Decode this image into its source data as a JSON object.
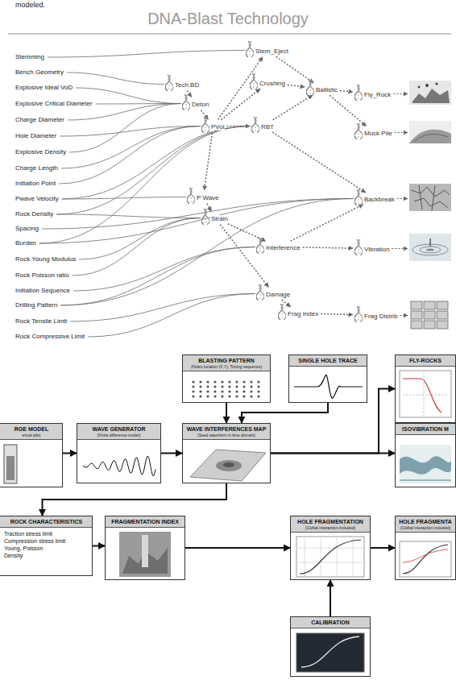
{
  "diagram": {
    "title": "DNA-Blast Technology",
    "nodes": [
      {
        "text": [
          "Tech.BD"
        ]
      },
      {
        "text": [
          "Deton"
        ]
      },
      {
        "text": [
          "PVol"
        ]
      },
      {
        "text": [
          "Stem_Eject"
        ]
      },
      {
        "text": [
          "Crushing"
        ]
      },
      {
        "text": [
          "RBT"
        ]
      },
      {
        "text": [
          "Ballistic"
        ]
      },
      {
        "text": [
          "Fly_Rock"
        ]
      },
      {
        "text": [
          "Muck Pile"
        ]
      },
      {
        "text": [
          "P Wave"
        ]
      },
      {
        "text": [
          "Strain"
        ]
      },
      {
        "text": [
          "Backbreak"
        ]
      },
      {
        "text": [
          "Interference"
        ]
      },
      {
        "text": [
          "Vibration"
        ]
      },
      {
        "text": [
          "Damage"
        ]
      },
      {
        "text": [
          "Frag Index"
        ]
      },
      {
        "text": [
          "Frag Distrib"
        ]
      },
      {
        "text": [
          "BLASTING PATTERN",
          "(Holes location (X,Y), Timing sequence)"
        ]
      },
      {
        "text": [
          "SINGLE HOLE TRACE"
        ]
      },
      {
        "text": [
          "FLY-ROCKS"
        ]
      },
      {
        "text": [
          "RGE MODEL",
          "erical pile)"
        ]
      },
      {
        "text": [
          "WAVE GENERATOR",
          "(Finite difference model)"
        ]
      },
      {
        "text": [
          "WAVE INTERFERENCES MAP",
          "(Seed waveform in time domain)"
        ]
      },
      {
        "text": [
          "ISOVIBRATION M"
        ]
      },
      {
        "text": [
          "ROCK CHARACTERISTICS",
          "Traction stress limit",
          "Compression stress limit",
          "Young, Poisson",
          "Density"
        ]
      },
      {
        "text": [
          "FRAGMENTATION INDEX"
        ]
      },
      {
        "text": [
          "HOLE FRAGMENTATION",
          "(Global interaction included)"
        ]
      },
      {
        "text": [
          "HOLE FRAGMENTA",
          "(Global interaction included)"
        ]
      },
      {
        "text": [
          "CALIBRATION"
        ]
      }
    ],
    "edges": [
      {
        "from": 0,
        "to": 1,
        "arrow": "to"
      },
      {
        "from": 1,
        "to": 2,
        "arrow": "to"
      },
      {
        "from": 2,
        "to": 3,
        "arrow": "to"
      },
      {
        "from": 2,
        "to": 4,
        "arrow": "to"
      },
      {
        "from": 2,
        "to": 5,
        "arrow": "to"
      },
      {
        "from": 3,
        "to": 6,
        "arrow": "to"
      },
      {
        "from": 4,
        "to": 6,
        "arrow": "to"
      },
      {
        "from": 5,
        "to": 6,
        "arrow": "to"
      },
      {
        "from": 6,
        "to": 7,
        "arrow": "to"
      },
      {
        "from": 6,
        "to": 8,
        "arrow": "to"
      },
      {
        "from": 5,
        "to": 11,
        "arrow": "to"
      },
      {
        "from": 2,
        "to": 9,
        "arrow": "to"
      },
      {
        "from": 9,
        "to": 10,
        "arrow": "to"
      },
      {
        "from": 10,
        "to": 12,
        "arrow": "to"
      },
      {
        "from": 12,
        "to": 13,
        "arrow": "to"
      },
      {
        "from": 12,
        "to": 11,
        "arrow": "to"
      },
      {
        "from": 10,
        "to": 14,
        "arrow": "to"
      },
      {
        "from": 14,
        "to": 15,
        "arrow": "to"
      },
      {
        "from": 15,
        "to": 16,
        "arrow": "to"
      },
      {
        "from": 17,
        "to": 22,
        "arrow": "to"
      },
      {
        "from": 18,
        "to": 22,
        "arrow": "to"
      },
      {
        "from": 20,
        "to": 21,
        "arrow": "to"
      },
      {
        "from": 21,
        "to": 22,
        "arrow": "to"
      },
      {
        "from": 22,
        "to": 19,
        "arrow": "to"
      },
      {
        "from": 22,
        "to": 23,
        "arrow": "to"
      },
      {
        "from": 22,
        "to": 24,
        "arrow": "to"
      },
      {
        "from": 24,
        "to": 25,
        "arrow": "to"
      },
      {
        "from": 25,
        "to": 26,
        "arrow": "to"
      },
      {
        "from": 26,
        "to": 27,
        "arrow": "to"
      },
      {
        "from": 28,
        "to": 26,
        "arrow": "to"
      }
    ],
    "labels": [
      "modeled.",
      "Stemming",
      "Bench Geometry",
      "Explosive Ideal VoD",
      "Explosive Critical Diameter",
      "Charge Diameter",
      "Hole Diameter",
      "Explosive Density",
      "Charge Length",
      "Initiation Point",
      "Pwave Velocity",
      "Rock Density",
      "Spacing",
      "Burden",
      "Rock Young Modulus",
      "Rock Poisson ratio",
      "Initiation Sequence",
      "Drilling Pattern",
      "Rock Tensile Limit",
      "Rock Compressive Limit"
    ]
  }
}
